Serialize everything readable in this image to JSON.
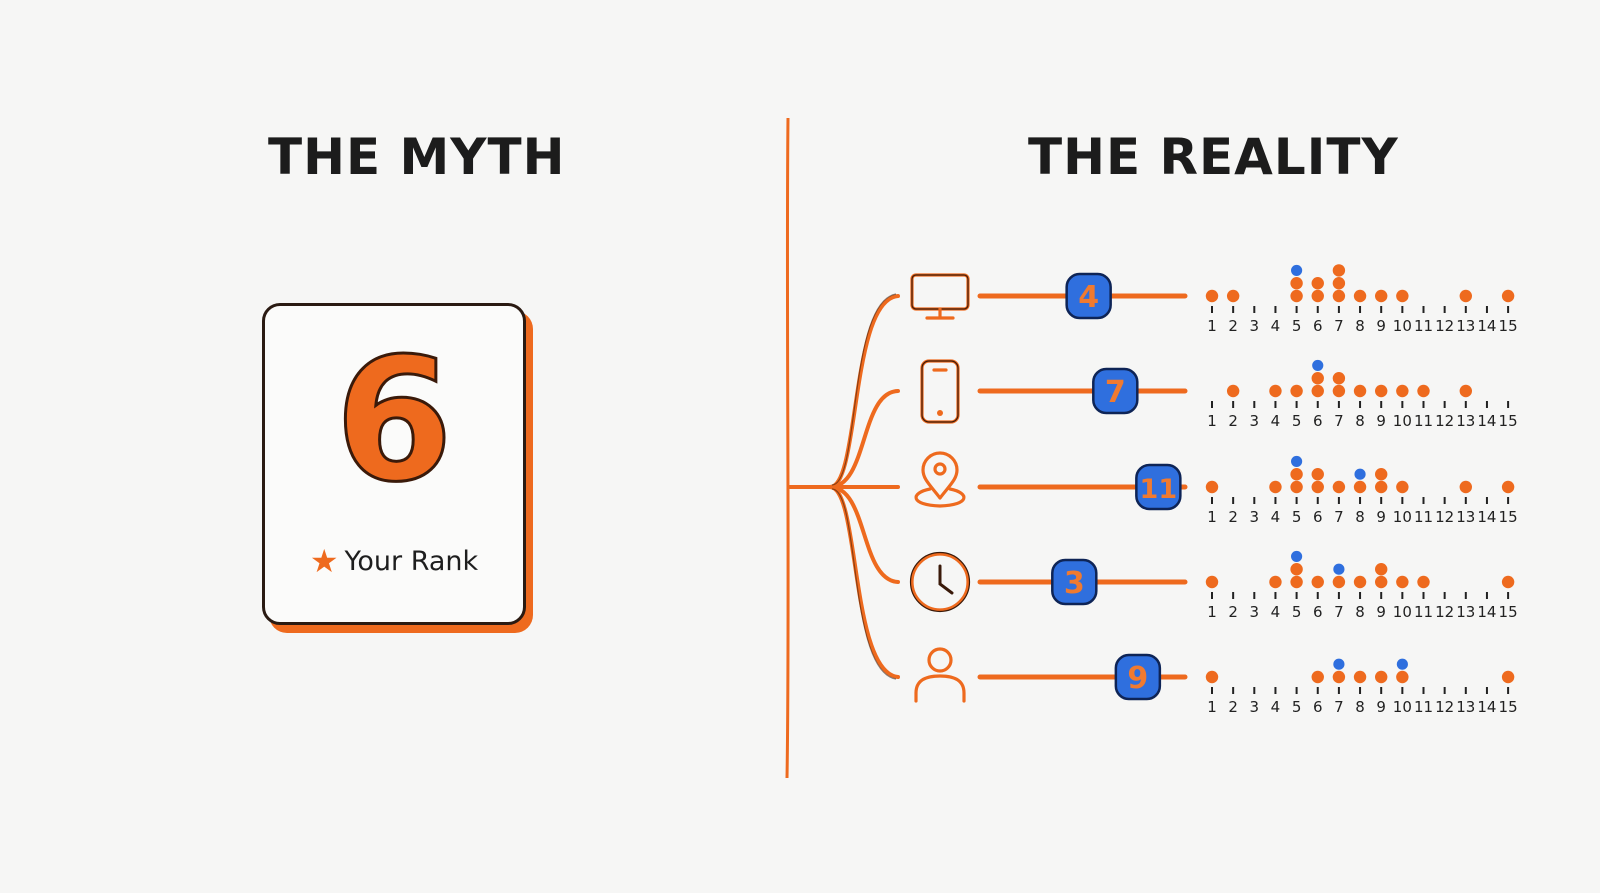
{
  "left": {
    "title": "THE MYTH",
    "rank_value": "6",
    "rank_label": "Your Rank",
    "star_icon": "star-icon"
  },
  "right": {
    "title": "THE REALITY",
    "axis_positions": [
      1,
      2,
      3,
      4,
      5,
      6,
      7,
      8,
      9,
      10,
      11,
      12,
      13,
      14,
      15
    ],
    "rows": [
      {
        "icon": "desktop-icon",
        "rank": "4",
        "track_fraction": 0.53,
        "highlight_ticks": [
          1
        ],
        "dots": [
          {
            "pos": 1,
            "orange": 1,
            "blue": 0
          },
          {
            "pos": 2,
            "orange": 1,
            "blue": 0
          },
          {
            "pos": 5,
            "orange": 2,
            "blue": 1
          },
          {
            "pos": 6,
            "orange": 2,
            "blue": 0
          },
          {
            "pos": 7,
            "orange": 3,
            "blue": 0
          },
          {
            "pos": 8,
            "orange": 1,
            "blue": 0
          },
          {
            "pos": 9,
            "orange": 1,
            "blue": 0
          },
          {
            "pos": 10,
            "orange": 1,
            "blue": 0
          },
          {
            "pos": 13,
            "orange": 1,
            "blue": 0
          },
          {
            "pos": 15,
            "orange": 1,
            "blue": 0
          }
        ]
      },
      {
        "icon": "smartphone-icon",
        "rank": "7",
        "track_fraction": 0.66,
        "highlight_ticks": [
          1
        ],
        "dots": [
          {
            "pos": 2,
            "orange": 1,
            "blue": 0
          },
          {
            "pos": 4,
            "orange": 1,
            "blue": 0
          },
          {
            "pos": 5,
            "orange": 1,
            "blue": 0
          },
          {
            "pos": 6,
            "orange": 2,
            "blue": 1
          },
          {
            "pos": 7,
            "orange": 2,
            "blue": 0
          },
          {
            "pos": 8,
            "orange": 1,
            "blue": 0
          },
          {
            "pos": 9,
            "orange": 1,
            "blue": 0
          },
          {
            "pos": 10,
            "orange": 1,
            "blue": 0
          },
          {
            "pos": 11,
            "orange": 1,
            "blue": 0
          },
          {
            "pos": 13,
            "orange": 1,
            "blue": 0
          }
        ]
      },
      {
        "icon": "location-pin-icon",
        "rank": "11",
        "track_fraction": 0.87,
        "highlight_ticks": [
          1
        ],
        "dots": [
          {
            "pos": 1,
            "orange": 1,
            "blue": 0
          },
          {
            "pos": 4,
            "orange": 1,
            "blue": 0
          },
          {
            "pos": 5,
            "orange": 2,
            "blue": 1
          },
          {
            "pos": 6,
            "orange": 2,
            "blue": 0
          },
          {
            "pos": 7,
            "orange": 1,
            "blue": 0
          },
          {
            "pos": 8,
            "orange": 1,
            "blue": 1
          },
          {
            "pos": 9,
            "orange": 2,
            "blue": 0
          },
          {
            "pos": 10,
            "orange": 1,
            "blue": 0
          },
          {
            "pos": 13,
            "orange": 1,
            "blue": 0
          },
          {
            "pos": 15,
            "orange": 1,
            "blue": 0
          }
        ]
      },
      {
        "icon": "clock-icon",
        "rank": "3",
        "track_fraction": 0.46,
        "highlight_ticks": [
          1
        ],
        "dots": [
          {
            "pos": 1,
            "orange": 1,
            "blue": 0
          },
          {
            "pos": 4,
            "orange": 1,
            "blue": 0
          },
          {
            "pos": 5,
            "orange": 2,
            "blue": 1
          },
          {
            "pos": 6,
            "orange": 1,
            "blue": 0
          },
          {
            "pos": 7,
            "orange": 1,
            "blue": 1
          },
          {
            "pos": 8,
            "orange": 1,
            "blue": 0
          },
          {
            "pos": 9,
            "orange": 2,
            "blue": 0
          },
          {
            "pos": 10,
            "orange": 1,
            "blue": 0
          },
          {
            "pos": 11,
            "orange": 1,
            "blue": 0
          },
          {
            "pos": 15,
            "orange": 1,
            "blue": 0
          }
        ]
      },
      {
        "icon": "person-icon",
        "rank": "9",
        "track_fraction": 0.77,
        "highlight_ticks": [
          1,
          15
        ],
        "dots": [
          {
            "pos": 1,
            "orange": 1,
            "blue": 0
          },
          {
            "pos": 6,
            "orange": 1,
            "blue": 0
          },
          {
            "pos": 7,
            "orange": 1,
            "blue": 1
          },
          {
            "pos": 8,
            "orange": 1,
            "blue": 0
          },
          {
            "pos": 9,
            "orange": 1,
            "blue": 0
          },
          {
            "pos": 10,
            "orange": 1,
            "blue": 1
          },
          {
            "pos": 15,
            "orange": 1,
            "blue": 0
          }
        ]
      }
    ]
  },
  "colors": {
    "orange": "#ee6a1e",
    "blue": "#2f6fde",
    "ink": "#1e1e1e",
    "outline": "#3a1a0a"
  }
}
